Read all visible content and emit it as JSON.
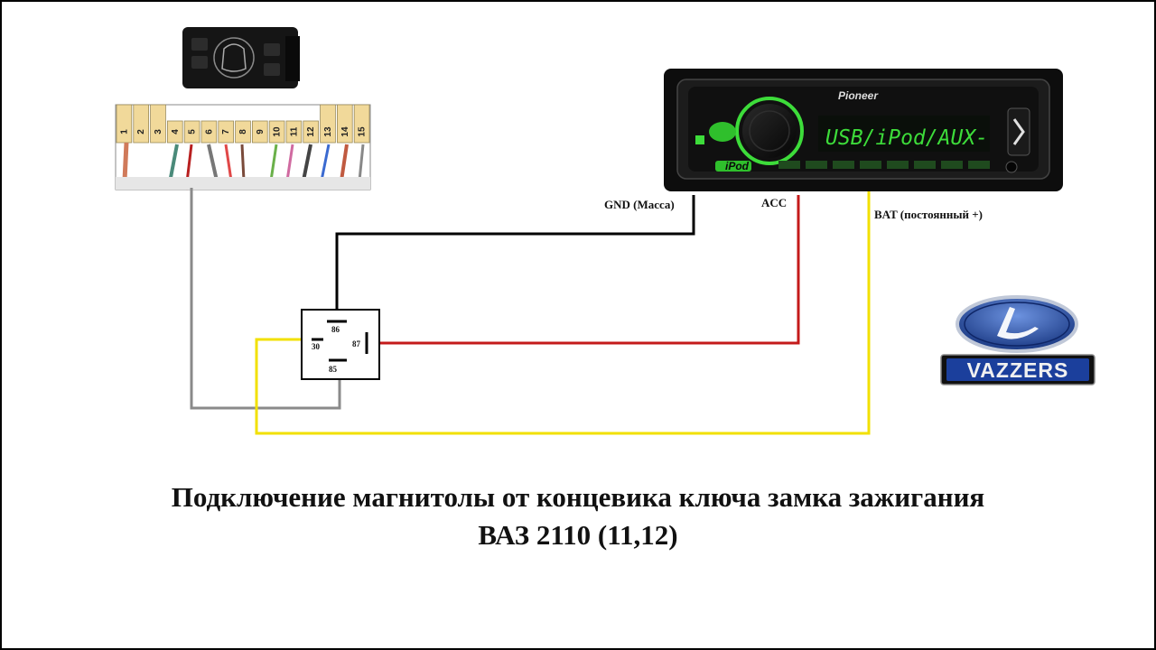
{
  "connector": {
    "pins": [
      "1",
      "2",
      "3",
      "4",
      "5",
      "6",
      "7",
      "8",
      "9",
      "10",
      "11",
      "12",
      "13",
      "14",
      "15"
    ]
  },
  "relay": {
    "pins": {
      "p86": "86",
      "p30": "30",
      "p87": "87",
      "p85": "85"
    }
  },
  "radio": {
    "brand": "Pioneer",
    "display": "USB/iPod/AUX-",
    "source_button": "iPod"
  },
  "labels": {
    "gnd": "GND (Масса)",
    "acc": "ACC",
    "bat": "BAT (постоянный +)"
  },
  "logo": {
    "text": "VAZZERS"
  },
  "title": {
    "line1": "Подключение магнитолы от концевика ключа замка зажигания",
    "line2": "ВАЗ 2110 (11,12)"
  },
  "colors": {
    "wire_gnd": "#000000",
    "wire_acc": "#c41a1a",
    "wire_bat": "#f2e000",
    "wire_signal": "#8a8a8a",
    "accent_green": "#3ddc3a",
    "lada_blue": "#1b3f9c"
  }
}
